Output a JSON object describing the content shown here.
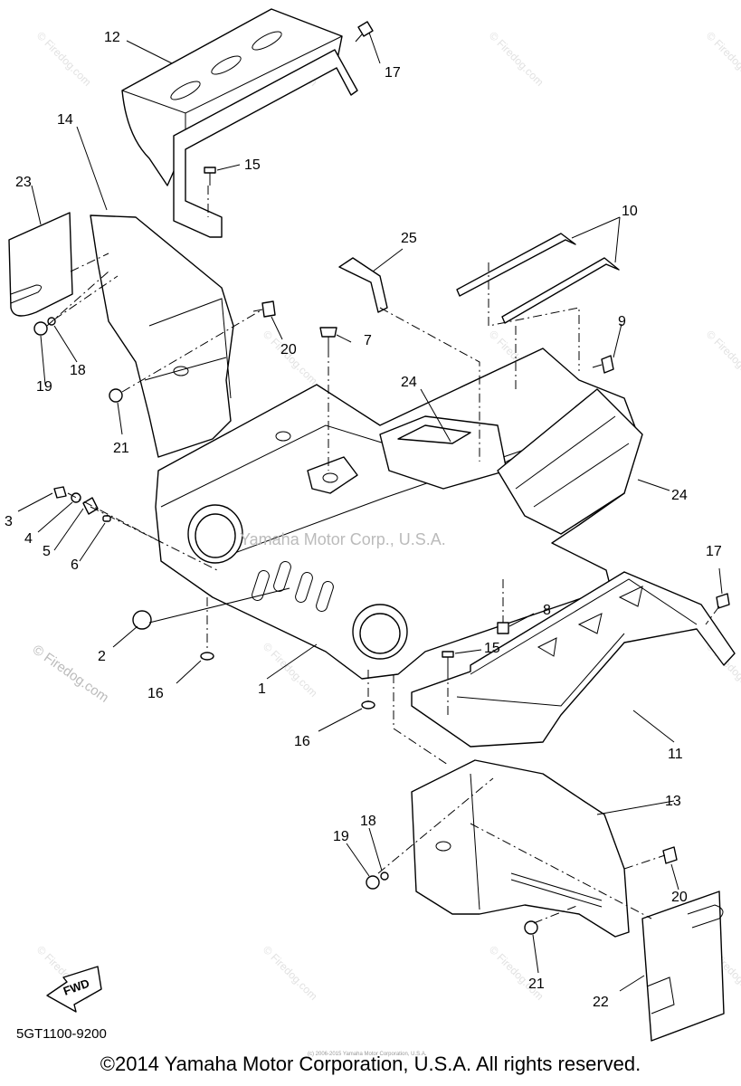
{
  "callouts": {
    "c1": "1",
    "c2": "2",
    "c3": "3",
    "c4": "4",
    "c5": "5",
    "c6": "6",
    "c7": "7",
    "c8": "8",
    "c9": "9",
    "c10": "10",
    "c11": "11",
    "c12": "12",
    "c13": "13",
    "c14": "14",
    "c15a": "15",
    "c15b": "15",
    "c16a": "16",
    "c16b": "16",
    "c17a": "17",
    "c17b": "17",
    "c18a": "18",
    "c18b": "18",
    "c19a": "19",
    "c19b": "19",
    "c20a": "20",
    "c20b": "20",
    "c21a": "21",
    "c21b": "21",
    "c22": "22",
    "c23": "23",
    "c24a": "24",
    "c24b": "24",
    "c25": "25"
  },
  "watermark": {
    "center": "Yamaha Motor Corp., U.S.A.",
    "left": "© Firedog.com",
    "tile": "© Firedog.com"
  },
  "fwd_label": "FWD",
  "footer": {
    "part_code": "5GT1100-9200",
    "copyright": "©2014 Yamaha Motor Corporation, U.S.A. All rights reserved.",
    "small_print": "(c) 2006-2015 Yamaha Motor Corporation, U.S.A."
  }
}
